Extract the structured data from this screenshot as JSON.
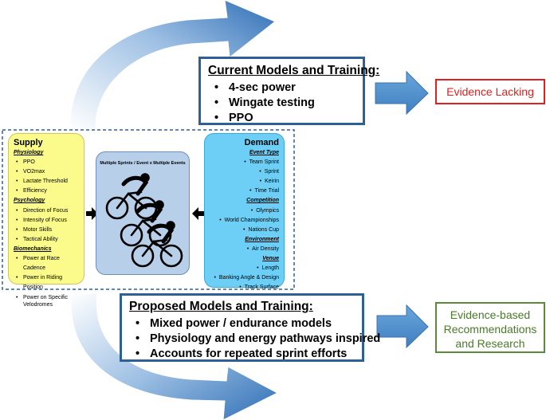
{
  "current_box": {
    "title": "Current Models and Training",
    "title_suffix": ":",
    "items": [
      "4-sec power",
      "Wingate testing",
      "PPO"
    ]
  },
  "proposed_box": {
    "title": "Proposed Models and Training",
    "title_suffix": ":",
    "items": [
      "Mixed power / endurance models",
      "Physiology and energy pathways inspired",
      "Accounts for repeated sprint efforts"
    ]
  },
  "outcomes": {
    "lacking": "Evidence Lacking",
    "based_lines": [
      "Evidence-based",
      "Recommendations",
      "and Research"
    ]
  },
  "supply": {
    "title": "Supply",
    "sections": [
      {
        "heading": "Physiology",
        "items": [
          "PPO",
          "VO2max",
          "Lactate Threshold",
          "Efficiency"
        ]
      },
      {
        "heading": "Psychology",
        "items": [
          "Direction of Focus",
          "Intensity of Focus",
          "Motor Skills",
          "Tactical Ability"
        ]
      },
      {
        "heading": "Biomechanics",
        "items": [
          "Power at Race Cadence",
          "Power in Riding Position",
          "Power on Specific Velodromes"
        ]
      }
    ]
  },
  "demand": {
    "title": "Demand",
    "sections": [
      {
        "heading": "Event Type",
        "items": [
          "Team Sprint",
          "Sprint",
          "Keirin",
          "Time Trial"
        ]
      },
      {
        "heading": "Competition",
        "items": [
          "Olympics",
          "World Championships",
          "Nations Cup"
        ]
      },
      {
        "heading": "Environment",
        "items": [
          "Air Density"
        ]
      },
      {
        "heading": "Venue",
        "items": [
          "Length",
          "Banking Angle & Design",
          "Track Surface"
        ]
      }
    ]
  },
  "center_panel": {
    "caption": "Multiple Sprints / Event x Multiple Events",
    "image": "cyclists-silhouette-icon"
  },
  "colors": {
    "box_border": "#2e5f95",
    "arrow_blue": "#5b9bd5",
    "supply_bg": "#fbfb8c",
    "demand_bg": "#6ecff6",
    "center_bg": "#b7cfe8",
    "lacking_red": "#e02020",
    "based_green": "#4a7a2c"
  }
}
